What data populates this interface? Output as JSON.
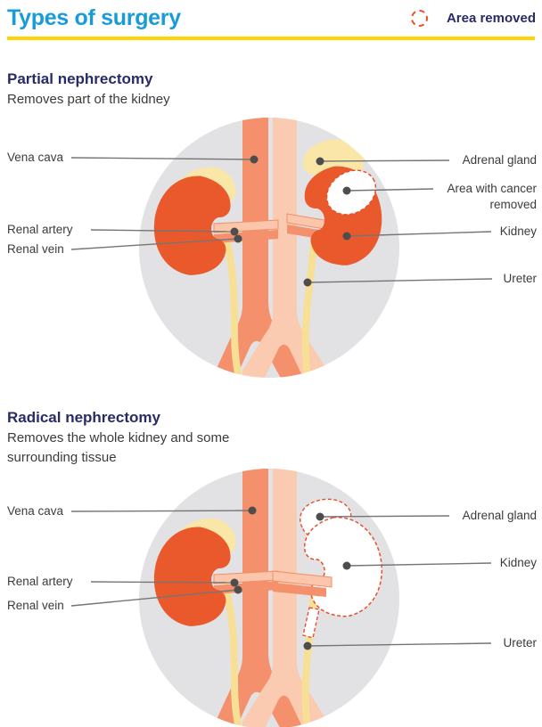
{
  "header": {
    "title": "Types of surgery",
    "legend_label": "Area removed"
  },
  "sections": [
    {
      "heading": "Partial nephrectomy",
      "description": "Removes part of the kidney",
      "labels": {
        "vena_cava": "Vena cava",
        "renal_artery": "Renal artery",
        "renal_vein": "Renal vein",
        "adrenal_gland": "Adrenal gland",
        "area_with_cancer": "Area with cancer removed",
        "kidney": "Kidney",
        "ureter": "Ureter"
      }
    },
    {
      "heading": "Radical nephrectomy",
      "description": "Removes the whole kidney and some surrounding tissue",
      "labels": {
        "vena_cava": "Vena cava",
        "renal_artery": "Renal artery",
        "renal_vein": "Renal vein",
        "adrenal_gland": "Adrenal gland",
        "kidney": "Kidney",
        "ureter": "Ureter"
      }
    }
  ],
  "palette": {
    "title_blue": "#189CD9",
    "rule_yellow": "#FFD400",
    "navy": "#282B67",
    "text_dark": "#3B3B3B",
    "line_gray": "#757575",
    "dot_gray": "#4D4D4D",
    "circle_gray": "#E2E2E4",
    "kidney_orange": "#E9592B",
    "vessel_dark": "#F4906B",
    "vessel_light": "#FBCBB1",
    "adrenal_yellow": "#FAE7A8",
    "ureter_yellow": "#F7DF95",
    "removed_red": "#E8502A"
  }
}
